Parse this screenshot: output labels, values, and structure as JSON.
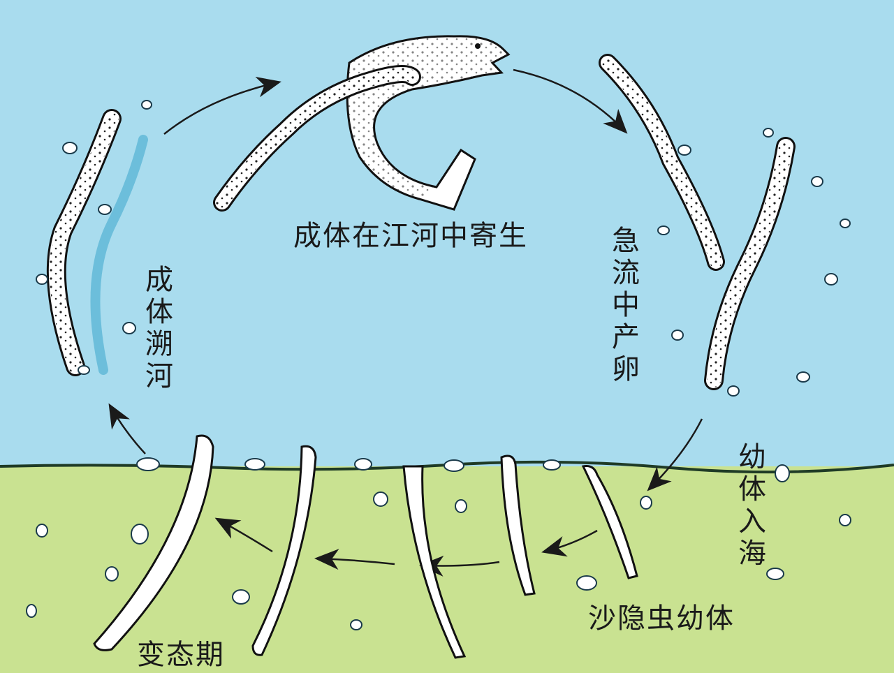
{
  "diagram": {
    "subject": "lamprey life cycle",
    "colors": {
      "water": "#a9dcee",
      "ground": "#c9e291",
      "shoreline": "#1f3b26",
      "ink": "#1a1a1a",
      "stone": "#ffffff"
    },
    "stages": [
      {
        "id": "parasitic-adult",
        "label": "成体在江河中寄生"
      },
      {
        "id": "spawning",
        "label": "急流中产卵"
      },
      {
        "id": "larvae-enter-sea",
        "label": "幼体入海"
      },
      {
        "id": "ammocoete-larvae",
        "label": "沙隐虫幼体"
      },
      {
        "id": "metamorphosis",
        "label": "变态期"
      },
      {
        "id": "adult-migrates-upriver",
        "label": "成体溯河"
      }
    ],
    "flow": [
      "成体在江河中寄生",
      "急流中产卵",
      "幼体入海",
      "沙隐虫幼体",
      "变态期",
      "成体溯河",
      "成体在江河中寄生"
    ]
  }
}
